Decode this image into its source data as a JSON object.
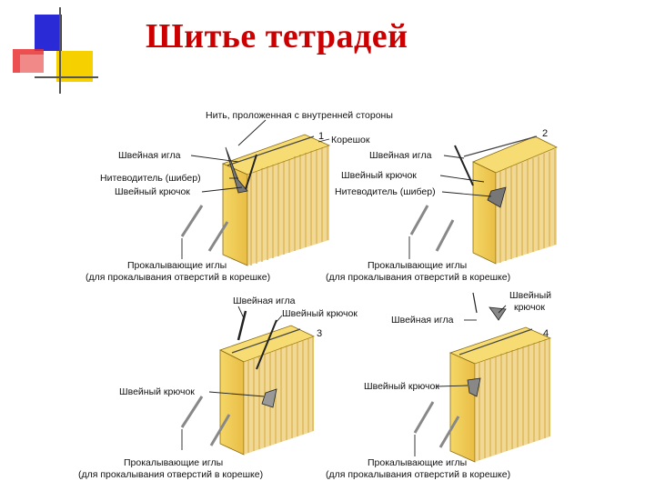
{
  "slide": {
    "title": "Шитье тетрадей"
  },
  "colors": {
    "title": "#cc0000",
    "block_face": "#f2cf55",
    "block_dark": "#d9a83a",
    "deco_blue": "#2a2ad6",
    "deco_red": "#e83030",
    "deco_yellow": "#f7d000"
  },
  "panels": [
    {
      "number": "1",
      "labels": {
        "thread": "Нить, проложенная с внутренней стороны",
        "spine": "Корешок",
        "needle": "Швейная игла",
        "guide": "Нитеводитель (шибер)",
        "hook": "Швейный крючок",
        "piercing_1": "Прокалывающие иглы",
        "piercing_2": "(для прокалывания отверстий в корешке)"
      }
    },
    {
      "number": "2",
      "labels": {
        "needle": "Швейная игла",
        "hook": "Швейный крючок",
        "guide": "Нитеводитель (шибер)",
        "piercing_1": "Прокалывающие иглы",
        "piercing_2": "(для прокалывания отверстий в корешке)"
      }
    },
    {
      "number": "3",
      "labels": {
        "needle": "Швейная игла",
        "hook_top": "Швейный крючок",
        "hook": "Швейный крючок",
        "piercing_1": "Прокалывающие иглы",
        "piercing_2": "(для прокалывания отверстий в корешке)"
      }
    },
    {
      "number": "4",
      "labels": {
        "hook_top_1": "Швейный",
        "hook_top_2": "крючок",
        "needle": "Швейная игла",
        "hook": "Швейный крючок",
        "piercing_1": "Прокалывающие иглы",
        "piercing_2": "(для прокалывания отверстий в корешке)"
      }
    }
  ]
}
